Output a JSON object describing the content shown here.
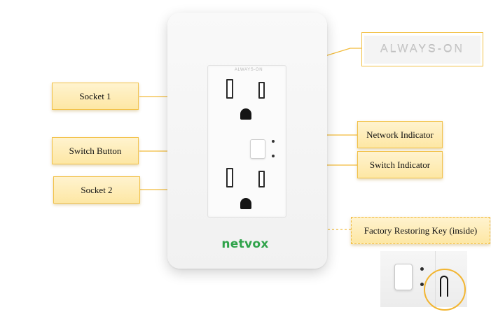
{
  "engraving_text": "ALWAYS-ON",
  "always_on_callout": "ALWAYS-ON",
  "brand": "netvox",
  "labels": {
    "socket1": "Socket 1",
    "switch_button": "Switch Button",
    "socket2": "Socket 2",
    "network_indicator": "Network Indicator",
    "switch_indicator": "Switch Indicator",
    "factory_key": "Factory Restoring Key (inside)"
  },
  "colors": {
    "callout_fill": "#fde7a4",
    "callout_border": "#f2c24a",
    "leader_line": "#f2bb3a",
    "brand_green": "#2fa34a"
  }
}
